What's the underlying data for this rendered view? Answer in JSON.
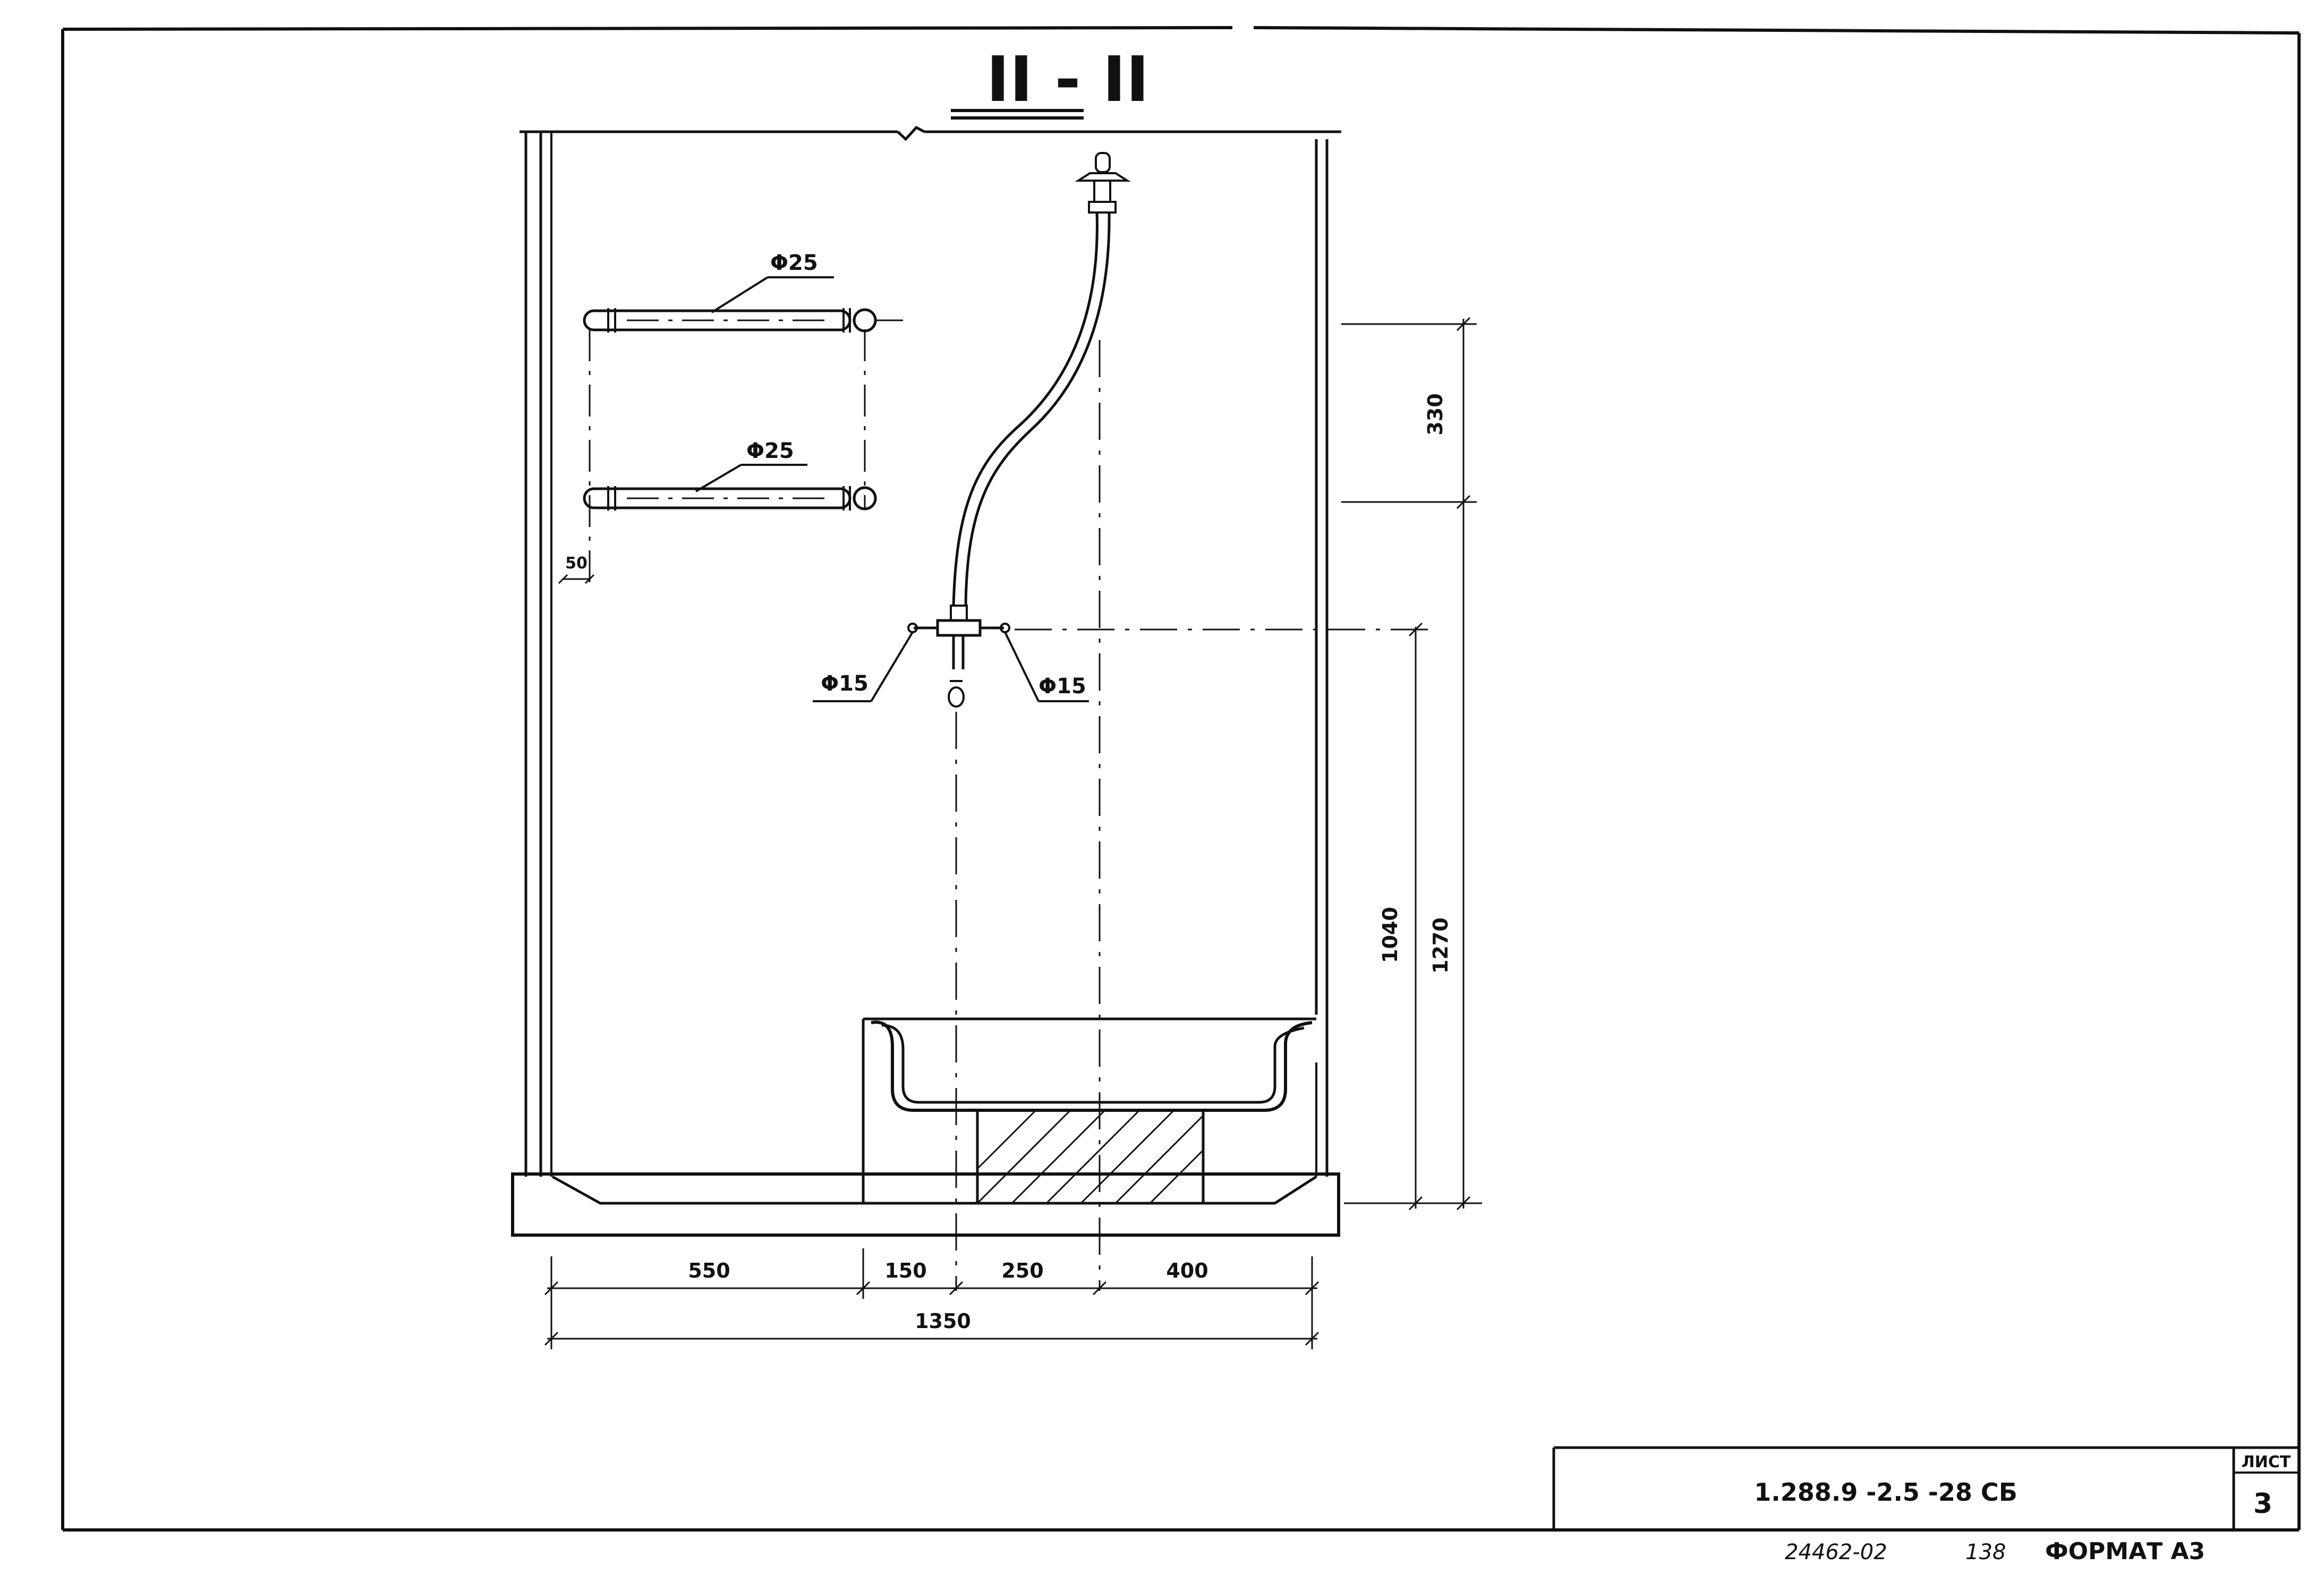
{
  "section": {
    "title": "II - II"
  },
  "labels": {
    "pipe_upper": "Φ25",
    "pipe_lower": "Φ25",
    "valve_left": "Φ15",
    "valve_right": "Φ15"
  },
  "dimensions": {
    "d_50": "50",
    "d_330": "330",
    "d_1040": "1040",
    "d_1270": "1270",
    "d_550": "550",
    "d_150": "150",
    "d_250": "250",
    "d_400": "400",
    "d_1350": "1350"
  },
  "title_block": {
    "sheet_header": "ЛИСТ",
    "sheet_number": "3",
    "designation": "1.288.9  -2.5 -28  СБ",
    "bottom_code": "24462-02",
    "bottom_num": "138",
    "format": "ФОРМАТ А3"
  }
}
